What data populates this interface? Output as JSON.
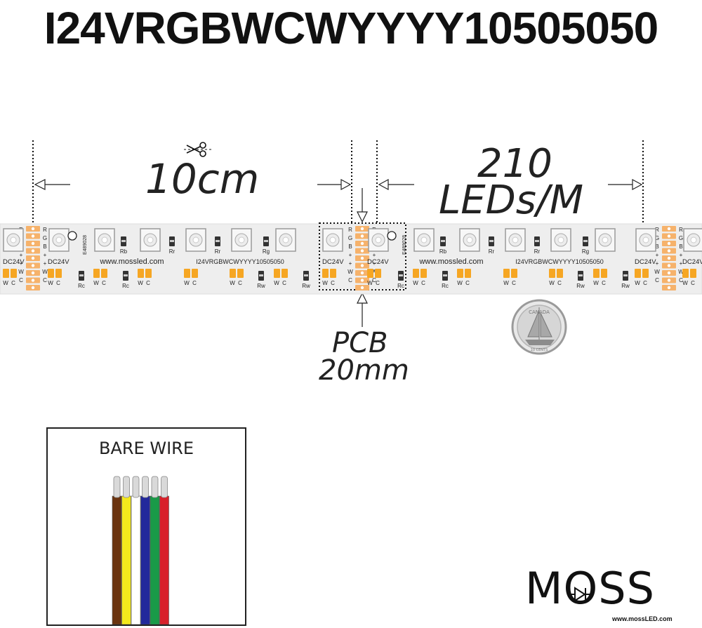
{
  "title": "I24VRGBWCWYYYY10505050",
  "dimension_left": {
    "length": "10cm"
  },
  "dimension_right": {
    "line1": "210",
    "line2": "LEDs/M"
  },
  "pcb": {
    "line1": "PCB",
    "line2": "20mm"
  },
  "strip": {
    "voltage": "DC24V",
    "website": "www.mossled.com",
    "model": "I24VRGBWCWYYYY10505050",
    "pins": [
      "R",
      "G",
      "B",
      "+",
      "+",
      "W",
      "C"
    ],
    "cert": "E489028",
    "resistors": [
      "Rb",
      "Rr",
      "Rr",
      "Rg",
      "Rc",
      "Rc",
      "Rw",
      "Rw"
    ],
    "chip_labels": [
      "W",
      "C"
    ]
  },
  "coin": {
    "text": "CANADA",
    "sub": "10 CENTS"
  },
  "bare_wire": {
    "label": "BARE WIRE",
    "colors": [
      "#6b3410",
      "#f4e81c",
      "#ffffff",
      "#23299b",
      "#1a9a48",
      "#d8202a"
    ]
  },
  "logo": {
    "main": "MOSS",
    "sub": "www.mossLED.com"
  }
}
